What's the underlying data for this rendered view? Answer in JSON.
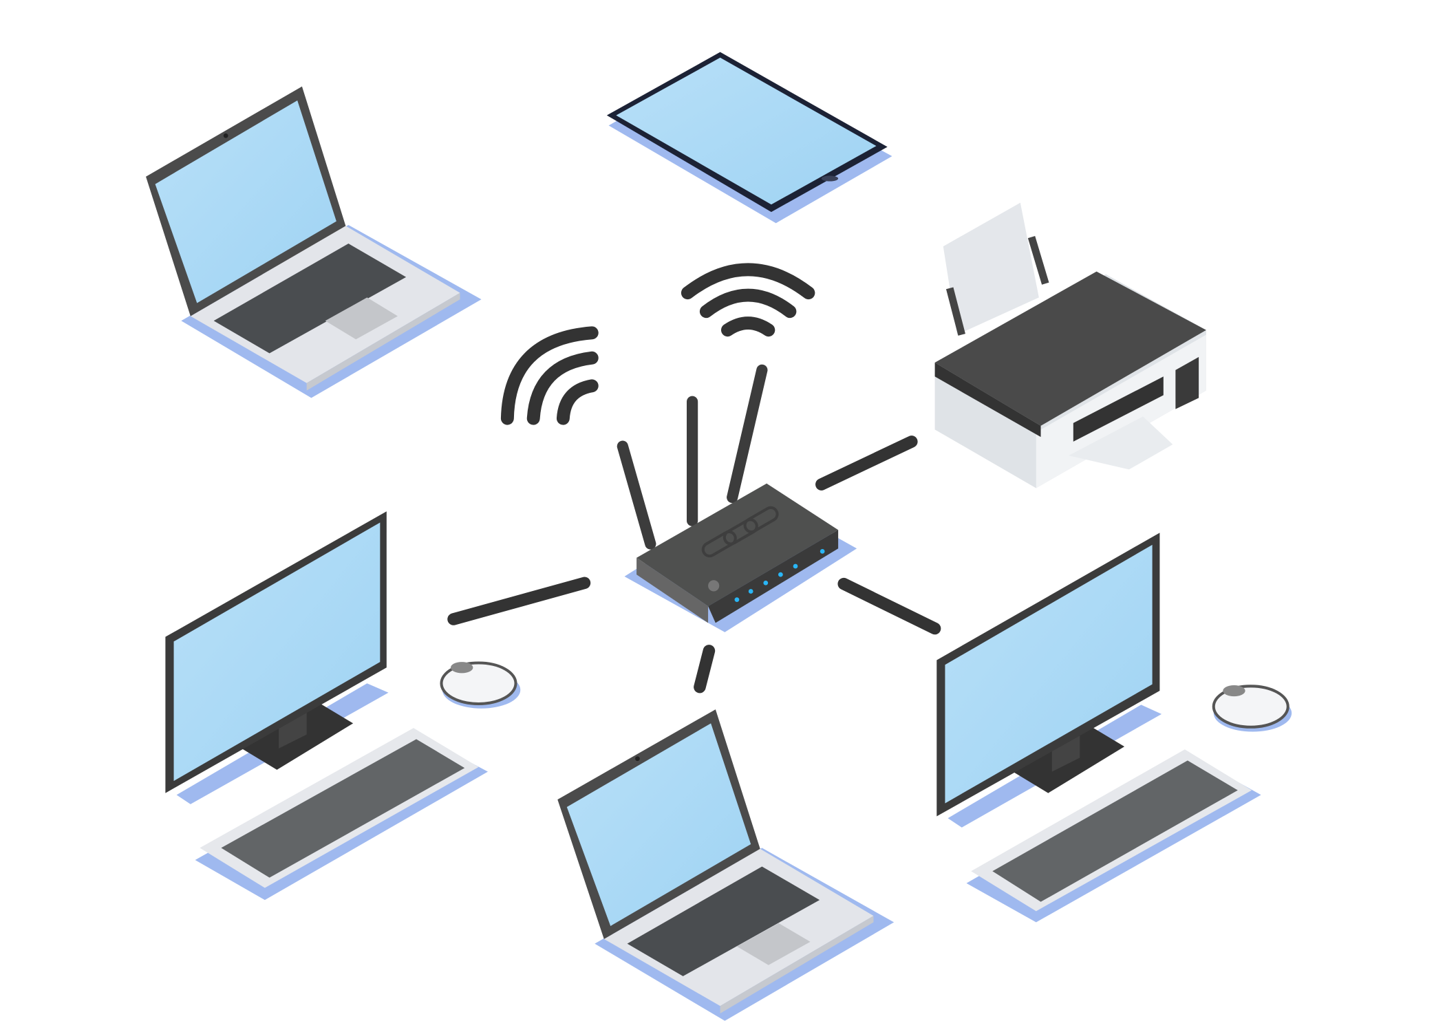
{
  "diagram": {
    "type": "network-topology-illustration",
    "hub": "router-icon",
    "devices": [
      {
        "icon": "laptop-icon",
        "connection": "wireless"
      },
      {
        "icon": "tablet-icon",
        "connection": "wireless"
      },
      {
        "icon": "printer-icon",
        "connection": "wired"
      },
      {
        "icon": "desktop-computer-icon",
        "connection": "wired"
      },
      {
        "icon": "laptop-icon",
        "connection": "wired"
      },
      {
        "icon": "desktop-computer-icon",
        "connection": "wired"
      }
    ],
    "signals": [
      "wifi-signal-icon",
      "wifi-signal-icon"
    ]
  },
  "colors": {
    "screen": "#a9d8f5",
    "shadow": "#9fb9ef",
    "dark": "#3b3b3b",
    "body_light": "#e6e8ec",
    "key": "#4a4d50",
    "link": "#333333",
    "led": "#29b6f6"
  }
}
